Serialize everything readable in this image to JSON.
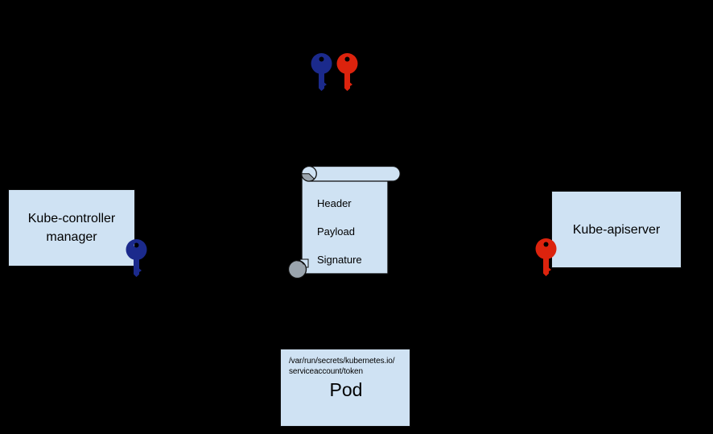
{
  "canvas": {
    "background": "#000000"
  },
  "palette": {
    "box_fill": "#cfe2f3",
    "box_border": "#0d0d0d",
    "blue_key": "#1b2a8c",
    "red_key": "#dc230d",
    "scroll_fill": "#cfe2f3",
    "scroll_curl_gray": "#9aa4ad",
    "text": "#000000"
  },
  "icons": {
    "blue_key": "key-icon-blue",
    "red_key": "key-icon-red",
    "scroll": "scroll-document-icon"
  },
  "controller_box": {
    "label_line1": "Kube-controller",
    "label_line2": "manager"
  },
  "apiserver_box": {
    "label": "Kube-apiserver"
  },
  "token_scroll": {
    "sections": [
      "Header",
      "Payload",
      "Signature"
    ]
  },
  "pod_box": {
    "mount_path_line1": "/var/run/secrets/kubernetes.io/",
    "mount_path_line2": "serviceaccount/token",
    "label": "Pod"
  }
}
